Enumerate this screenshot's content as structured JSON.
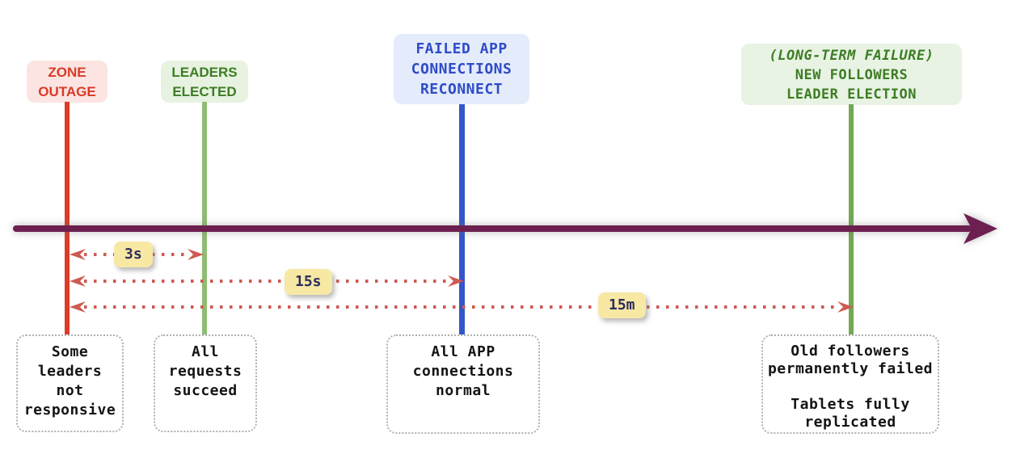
{
  "diagram": {
    "kind": "timeline",
    "description_visible": false
  },
  "events": [
    {
      "id": "zone-outage",
      "label": "ZONE\nOUTAGE",
      "note": "Some\nleaders\nnot\nresponsive",
      "line_color": "#dc3b27",
      "label_bg": "#fbe4e1",
      "label_text_color": "#d93a28"
    },
    {
      "id": "leaders-elected",
      "label": "LEADERS\nELECTED",
      "note": "All\nrequests\nsucceed",
      "line_color": "#8fbc73",
      "label_bg": "#e7f2e1",
      "label_text_color": "#3d7d24"
    },
    {
      "id": "failed-app-connections-reconnect",
      "label": "FAILED APP\nCONNECTIONS\nRECONNECT",
      "note": "All APP\nconnections\nnormal",
      "line_color": "#3356c9",
      "label_bg": "#e4ebfb",
      "label_text_color": "#2f4cc7"
    },
    {
      "id": "long-term-failure-new-followers",
      "label_line1": "(LONG-TERM FAILURE)",
      "label_rest": "NEW FOLLOWERS\nLEADER ELECTION",
      "note": "Old followers\npermanently failed\n\nTablets fully\nreplicated",
      "line_color": "#74a854",
      "label_bg": "#e8f3e3",
      "label_text_color": "#3d7d24"
    }
  ],
  "durations": [
    {
      "label": "3s",
      "from": "zone-outage",
      "to": "leaders-elected"
    },
    {
      "label": "15s",
      "from": "zone-outage",
      "to": "failed-app-connections-reconnect"
    },
    {
      "label": "15m",
      "from": "zone-outage",
      "to": "long-term-failure-new-followers"
    }
  ],
  "colors": {
    "timeline_arrow": "#6d2050",
    "duration_dots": "#cd5a52",
    "duration_badge_bg": "#f7e8a3",
    "duration_badge_text": "#2e2c5e",
    "note_border": "#b0b0b0",
    "note_text": "#141414",
    "background": "#ffffff"
  },
  "icons": {
    "timeline_arrowhead": "right-arrowhead",
    "duration_arrowheads": "left-and-right-chevrons"
  }
}
